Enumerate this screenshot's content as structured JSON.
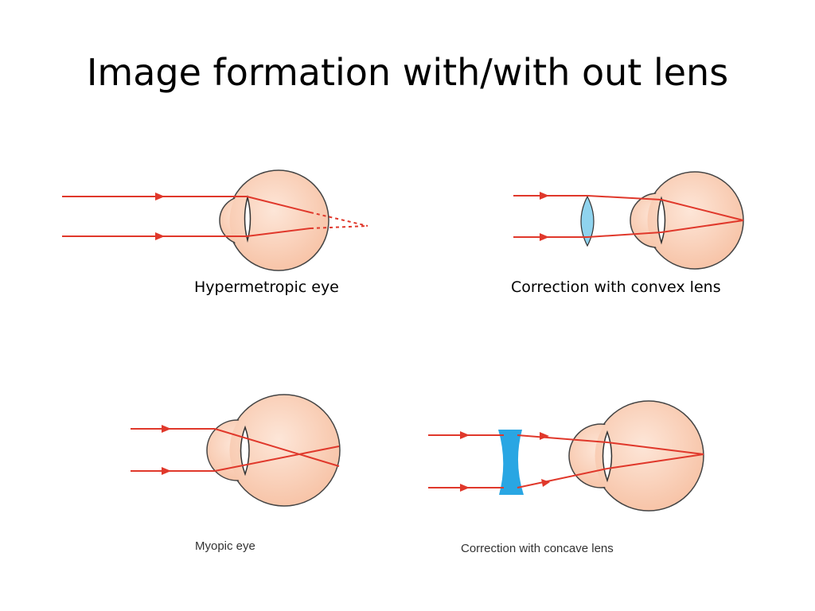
{
  "slide": {
    "title": "Image formation with/with out lens"
  },
  "panels": {
    "hypermetropic": {
      "caption": "Hypermetropic eye"
    },
    "convex_correction": {
      "caption": "Correction with convex lens"
    },
    "myopic": {
      "caption": "Myopic eye"
    },
    "concave_correction": {
      "caption": "Correction with concave lens"
    }
  },
  "colors": {
    "ray": "#e0382b",
    "eyeball_fill": "#fbd3bc",
    "eyeball_stroke": "#444444",
    "lens_fill": "#8fd3ee",
    "concave_lens_fill": "#29a6e3"
  }
}
